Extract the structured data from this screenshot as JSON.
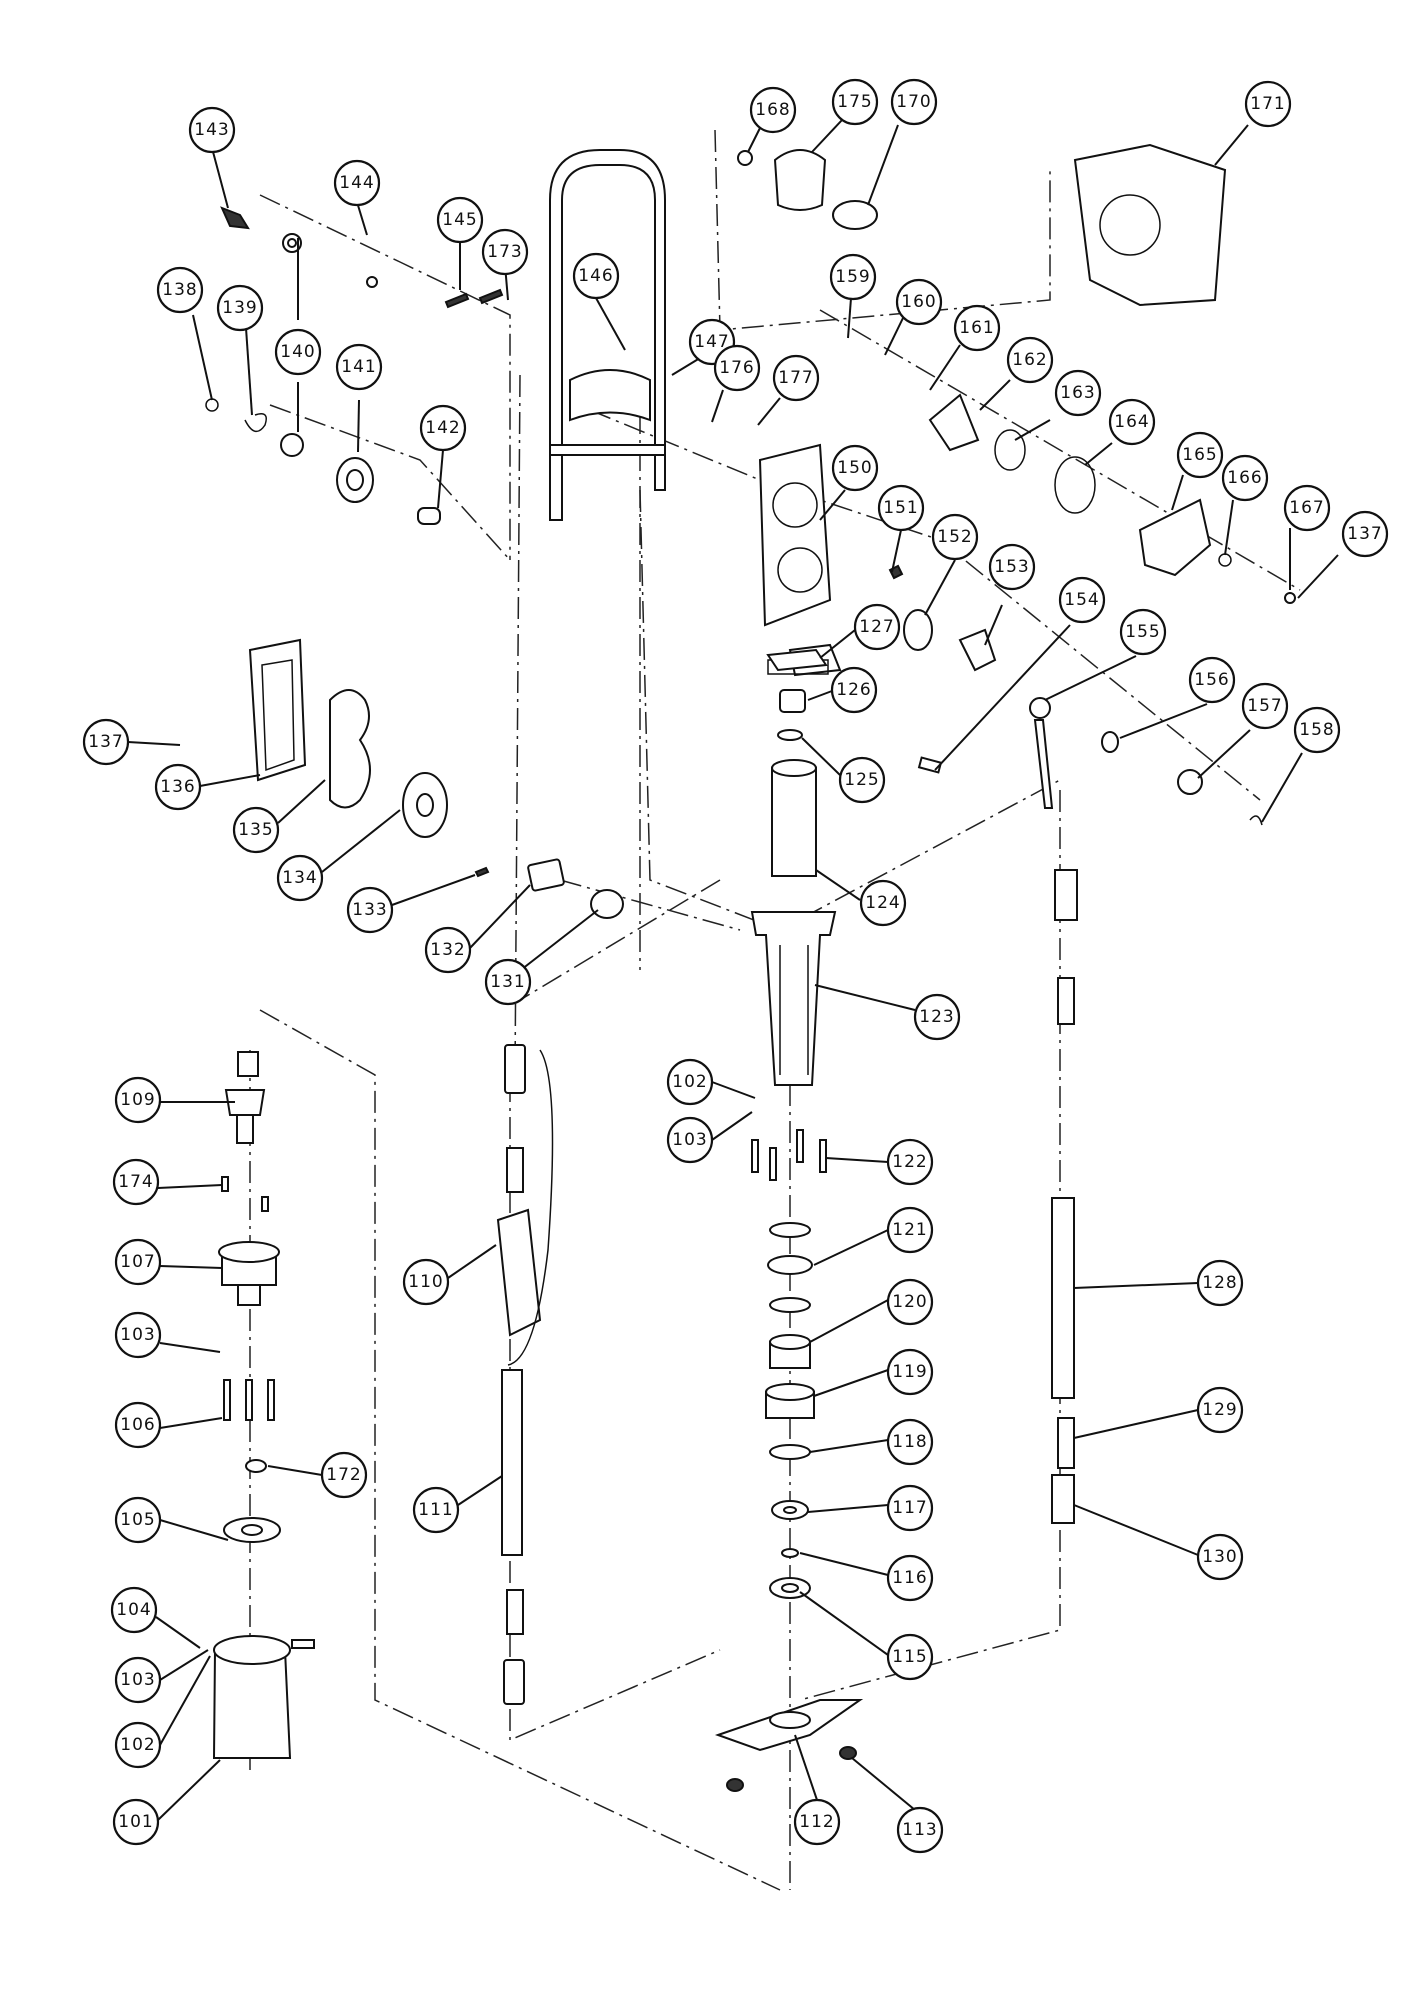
{
  "diagram": {
    "parts": [
      "101",
      "102",
      "103",
      "104",
      "105",
      "106",
      "107",
      "109",
      "110",
      "111",
      "112",
      "113",
      "115",
      "116",
      "117",
      "118",
      "119",
      "120",
      "121",
      "122",
      "123",
      "124",
      "125",
      "126",
      "127",
      "128",
      "129",
      "130",
      "131",
      "132",
      "133",
      "134",
      "135",
      "136",
      "137",
      "138",
      "139",
      "140",
      "141",
      "142",
      "143",
      "144",
      "145",
      "146",
      "147",
      "150",
      "151",
      "152",
      "153",
      "154",
      "155",
      "156",
      "157",
      "158",
      "159",
      "160",
      "161",
      "162",
      "163",
      "164",
      "165",
      "166",
      "167",
      "168",
      "170",
      "171",
      "172",
      "173",
      "174",
      "175",
      "176",
      "177"
    ],
    "callouts": [
      {
        "id": "c143",
        "label": "143"
      },
      {
        "id": "c144",
        "label": "144"
      },
      {
        "id": "c145",
        "label": "145"
      },
      {
        "id": "c173",
        "label": "173"
      },
      {
        "id": "c146",
        "label": "146"
      },
      {
        "id": "c147",
        "label": "147"
      },
      {
        "id": "c138",
        "label": "138"
      },
      {
        "id": "c139",
        "label": "139"
      },
      {
        "id": "c140",
        "label": "140"
      },
      {
        "id": "c141",
        "label": "141"
      },
      {
        "id": "c142",
        "label": "142"
      },
      {
        "id": "c168",
        "label": "168"
      },
      {
        "id": "c175",
        "label": "175"
      },
      {
        "id": "c170",
        "label": "170"
      },
      {
        "id": "c171",
        "label": "171"
      },
      {
        "id": "c159",
        "label": "159"
      },
      {
        "id": "c160",
        "label": "160"
      },
      {
        "id": "c161",
        "label": "161"
      },
      {
        "id": "c162",
        "label": "162"
      },
      {
        "id": "c163",
        "label": "163"
      },
      {
        "id": "c164",
        "label": "164"
      },
      {
        "id": "c165",
        "label": "165"
      },
      {
        "id": "c166",
        "label": "166"
      },
      {
        "id": "c167",
        "label": "167"
      },
      {
        "id": "c137a",
        "label": "137"
      },
      {
        "id": "c176",
        "label": "176"
      },
      {
        "id": "c177",
        "label": "177"
      },
      {
        "id": "c150",
        "label": "150"
      },
      {
        "id": "c151",
        "label": "151"
      },
      {
        "id": "c152",
        "label": "152"
      },
      {
        "id": "c153",
        "label": "153"
      },
      {
        "id": "c154",
        "label": "154"
      },
      {
        "id": "c155",
        "label": "155"
      },
      {
        "id": "c156",
        "label": "156"
      },
      {
        "id": "c157",
        "label": "157"
      },
      {
        "id": "c158",
        "label": "158"
      },
      {
        "id": "c127",
        "label": "127"
      },
      {
        "id": "c126",
        "label": "126"
      },
      {
        "id": "c125",
        "label": "125"
      },
      {
        "id": "c124",
        "label": "124"
      },
      {
        "id": "c137b",
        "label": "137"
      },
      {
        "id": "c136",
        "label": "136"
      },
      {
        "id": "c135",
        "label": "135"
      },
      {
        "id": "c134",
        "label": "134"
      },
      {
        "id": "c133",
        "label": "133"
      },
      {
        "id": "c132",
        "label": "132"
      },
      {
        "id": "c131",
        "label": "131"
      },
      {
        "id": "c123",
        "label": "123"
      },
      {
        "id": "c109",
        "label": "109"
      },
      {
        "id": "c174",
        "label": "174"
      },
      {
        "id": "c107",
        "label": "107"
      },
      {
        "id": "c103a",
        "label": "103"
      },
      {
        "id": "c106",
        "label": "106"
      },
      {
        "id": "c172",
        "label": "172"
      },
      {
        "id": "c105",
        "label": "105"
      },
      {
        "id": "c104",
        "label": "104"
      },
      {
        "id": "c103b",
        "label": "103"
      },
      {
        "id": "c102a",
        "label": "102"
      },
      {
        "id": "c101",
        "label": "101"
      },
      {
        "id": "c110",
        "label": "110"
      },
      {
        "id": "c111",
        "label": "111"
      },
      {
        "id": "c102b",
        "label": "102"
      },
      {
        "id": "c103c",
        "label": "103"
      },
      {
        "id": "c122",
        "label": "122"
      },
      {
        "id": "c121",
        "label": "121"
      },
      {
        "id": "c120",
        "label": "120"
      },
      {
        "id": "c119",
        "label": "119"
      },
      {
        "id": "c118",
        "label": "118"
      },
      {
        "id": "c117",
        "label": "117"
      },
      {
        "id": "c116",
        "label": "116"
      },
      {
        "id": "c115",
        "label": "115"
      },
      {
        "id": "c112",
        "label": "112"
      },
      {
        "id": "c113",
        "label": "113"
      },
      {
        "id": "c128",
        "label": "128"
      },
      {
        "id": "c129",
        "label": "129"
      },
      {
        "id": "c130",
        "label": "130"
      }
    ]
  }
}
